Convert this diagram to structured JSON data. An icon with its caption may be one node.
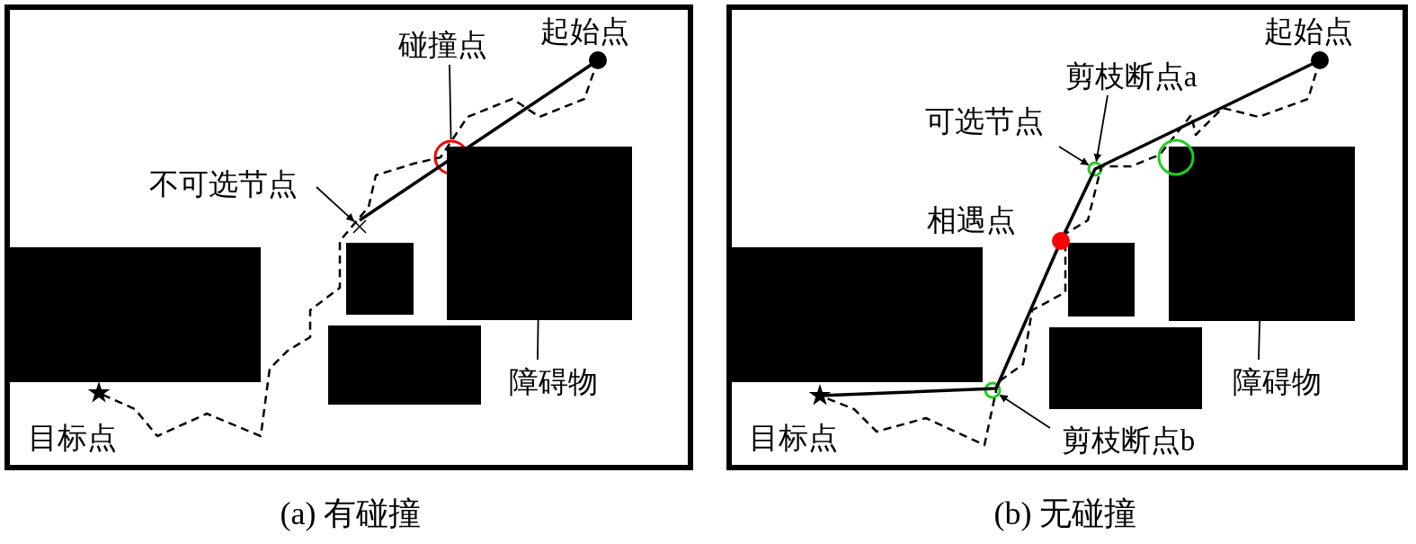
{
  "diagram": {
    "nodes": [
      {
        "text": [
          "碰撞点"
        ]
      },
      {
        "text": [],
        "shape": "circle"
      },
      {
        "text": [
          "不可选节点"
        ]
      },
      {
        "text": [],
        "shape": "cross"
      },
      {
        "text": [
          "障碍物"
        ]
      },
      {
        "text": [],
        "shape": "box"
      },
      {
        "text": [
          "剪枝断点a"
        ]
      },
      {
        "text": [],
        "shape": "circle"
      },
      {
        "text": [
          "可选节点"
        ]
      },
      {
        "text": [
          "障碍物"
        ]
      },
      {
        "text": [],
        "shape": "box"
      },
      {
        "text": [
          "剪枝断点b"
        ]
      },
      {
        "text": [],
        "shape": "circle"
      },
      {
        "text": [],
        "shape": "box"
      },
      {
        "text": [],
        "shape": "box"
      },
      {
        "text": [],
        "shape": "box"
      },
      {
        "text": [],
        "shape": "box"
      },
      {
        "text": [],
        "shape": "box"
      },
      {
        "text": [],
        "shape": "box"
      }
    ],
    "edges": [
      {
        "from": 0,
        "to": 1,
        "arrow": "none"
      },
      {
        "from": 2,
        "to": 3,
        "arrow": "to"
      },
      {
        "from": 4,
        "to": 5,
        "arrow": "none"
      },
      {
        "from": 6,
        "to": 7,
        "arrow": "to"
      },
      {
        "from": 8,
        "to": 7,
        "arrow": "to"
      },
      {
        "from": 9,
        "to": 10,
        "arrow": "none"
      },
      {
        "from": 11,
        "to": 12,
        "arrow": "to"
      }
    ],
    "labels": [
      "起始点",
      "目标点",
      "起始点",
      "相遇点",
      "目标点",
      "(a) 有碰撞",
      "(b) 无碰撞"
    ]
  }
}
